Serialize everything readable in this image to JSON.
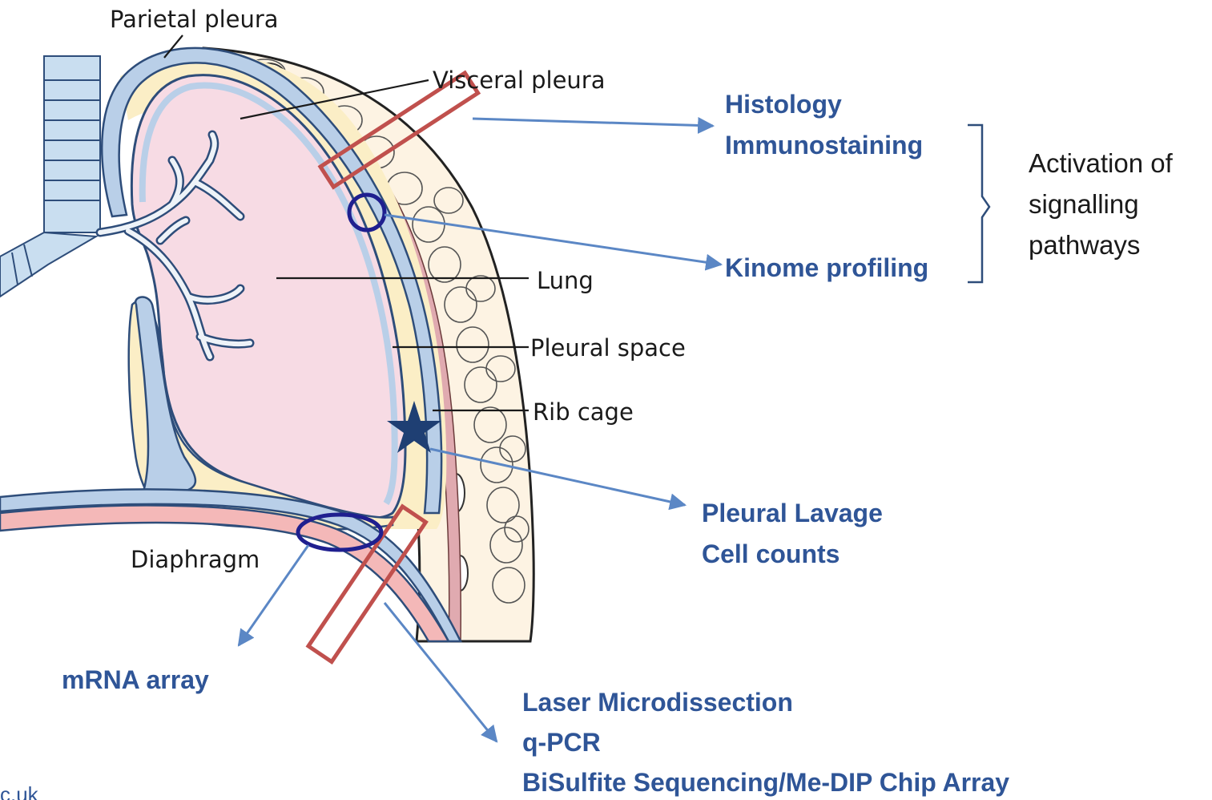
{
  "anatomy_labels": {
    "parietal_pleura": "Parietal pleura",
    "visceral_pleura": "Visceral pleura",
    "lung": "Lung",
    "pleural_space": "Pleural space",
    "rib_cage": "Rib cage",
    "diaphragm": "Diaphragm"
  },
  "techniques": {
    "histology": "Histology",
    "immunostaining": "Immunostaining",
    "kinome": "Kinome profiling",
    "lavage": "Pleural Lavage",
    "cell_counts": "Cell counts",
    "mrna": "mRNA array",
    "laser": "Laser Microdissection",
    "qpcr": "q-PCR",
    "bisulfite": "BiSulfite Sequencing/Me-DIP Chip Array"
  },
  "bracket_note": {
    "line1": "Activation of",
    "line2": "signalling",
    "line3": "pathways"
  },
  "footer": "c.uk",
  "colors": {
    "technique_text": "#2f5597",
    "arrow": "#5b87c5",
    "red_box": "#c0504d",
    "navy_marker": "#1f1f8f",
    "star": "#1f3f73",
    "lung_fill": "#f7dbe4",
    "pleura_blue": "#b9cfe8",
    "pleural_space_fill": "#fbeec6",
    "muscle": "#d9a0a0"
  },
  "icons": {
    "star": "star-icon",
    "ellipse": "ellipse-marker",
    "circle": "circle-marker",
    "box": "rectangle-marker"
  }
}
